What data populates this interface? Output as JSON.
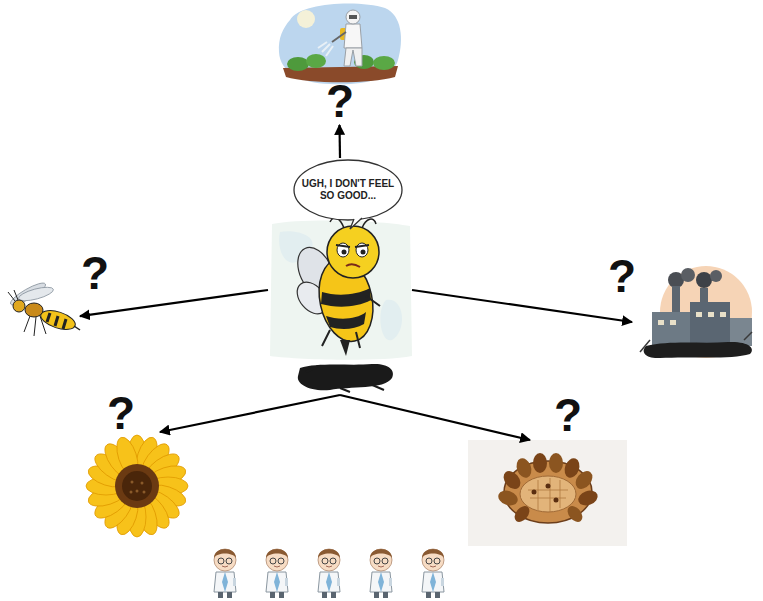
{
  "diagram": {
    "nodes": [
      {
        "text": [
          "UGH, I DON'T FEEL SO GOOD..."
        ]
      },
      {
        "text": [
          "?"
        ]
      },
      {
        "text": [
          "?"
        ]
      },
      {
        "text": [
          "?"
        ]
      },
      {
        "text": [
          "?"
        ]
      },
      {
        "text": [
          "?"
        ]
      }
    ],
    "edges": [
      {
        "from": 0,
        "to": 1,
        "arrow": "to"
      },
      {
        "from": 0,
        "to": 2,
        "arrow": "to"
      },
      {
        "from": 0,
        "to": 3,
        "arrow": "to"
      },
      {
        "from": 0,
        "to": 4,
        "arrow": "to"
      },
      {
        "from": 0,
        "to": 5,
        "arrow": "to"
      }
    ]
  }
}
